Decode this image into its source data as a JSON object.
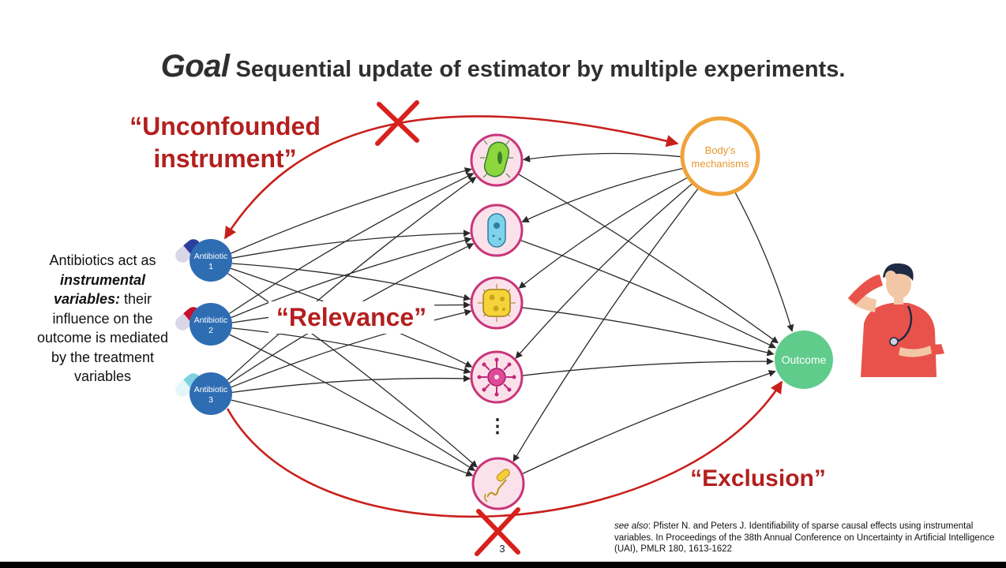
{
  "title": {
    "keyword": "Goal",
    "text": "Sequential update of estimator by multiple experiments."
  },
  "quotes": {
    "unconfounded_line1": "“Unconfounded",
    "unconfounded_line2": "instrument”",
    "relevance": "“Relevance”",
    "exclusion": "“Exclusion”"
  },
  "explanation": {
    "part1": "Antibiotics act as",
    "bold1": "instrumental",
    "bold2": "variables:",
    "part2": " their influence on the outcome is mediated by the treatment variables"
  },
  "nodes": {
    "antibiotics": [
      {
        "line1": "Antibiotic",
        "line2": "1",
        "capsule_color": "#2c3e9e"
      },
      {
        "line1": "Antibiotic",
        "line2": "2",
        "capsule_color": "#c8102e"
      },
      {
        "line1": "Antibiotic",
        "line2": "3",
        "capsule_color": "#7fd3e0"
      }
    ],
    "body": {
      "line1": "Body’s",
      "line2": "mechanisms"
    },
    "outcome": {
      "label": "Outcome"
    },
    "ellipsis": "⋮",
    "microbes": [
      "green-bacillus-icon",
      "blue-bacillus-icon",
      "yellow-coccus-icon",
      "pink-virus-icon",
      "yellow-spirillum-icon"
    ]
  },
  "colors": {
    "red": "#c8201c",
    "antibiotic_node": "#2f6db3",
    "body_ring": "#f0a23a",
    "body_text": "#e8962e",
    "outcome": "#5fcc8c",
    "microbe_fill": "#fbe1ea",
    "microbe_ring": "#c8357a"
  },
  "reference": {
    "see_also": "see also",
    "text": ": Pfister N. and Peters J. Identifiability of sparse causal effects using instrumental variables. In Proceedings of the 38th Annual Conference on Uncertainty in Artificial Intelligence (UAI), PMLR 180, 1613-1622"
  },
  "page_number": "3"
}
